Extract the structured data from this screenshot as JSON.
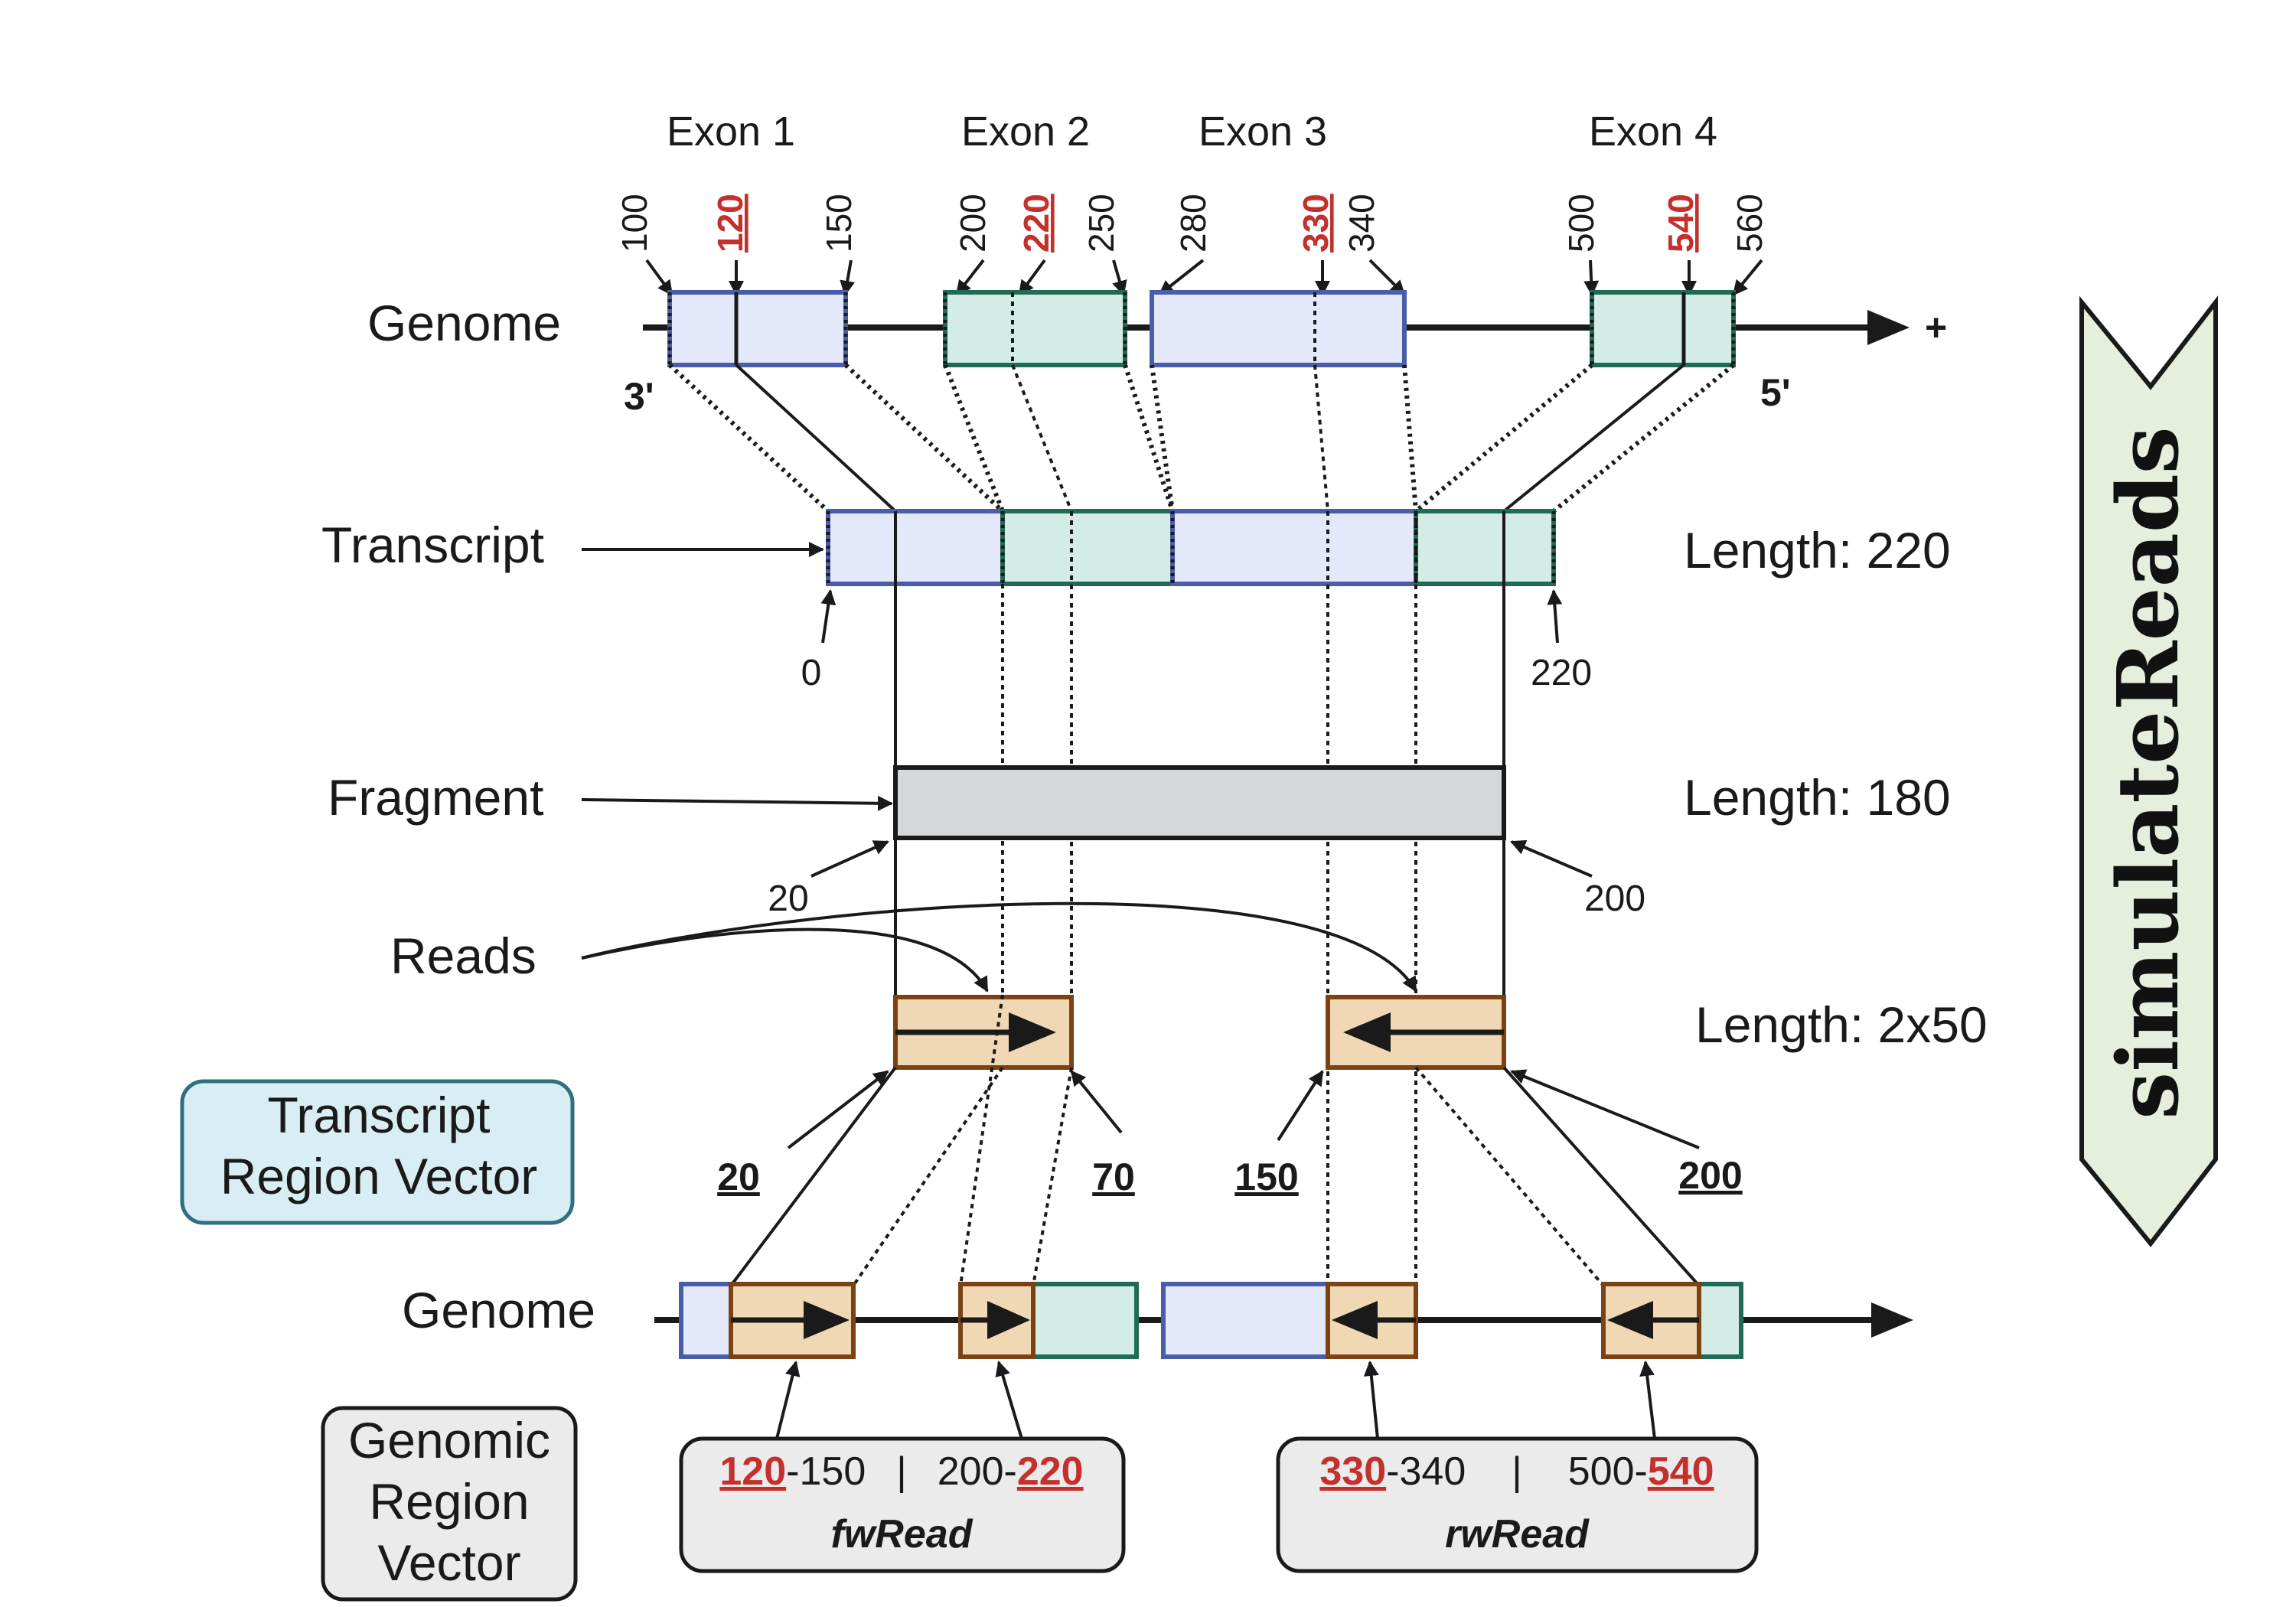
{
  "exons": {
    "e1": "Exon 1",
    "e2": "Exon 2",
    "e3": "Exon 3",
    "e4": "Exon 4"
  },
  "ticks": {
    "t100": "100",
    "t120": "120",
    "t150": "150",
    "t200": "200",
    "t220": "220",
    "t250": "250",
    "t280": "280",
    "t330": "330",
    "t340": "340",
    "t500": "500",
    "t540": "540",
    "t560": "560"
  },
  "labels": {
    "genome": "Genome",
    "transcript": "Transcript",
    "fragment": "Fragment",
    "reads": "Reads",
    "genome_bottom": "Genome",
    "plus": "+",
    "three_prime": "3'",
    "five_prime": "5'"
  },
  "lengths": {
    "transcript": "Length: 220",
    "fragment": "Length: 180",
    "reads": "Length: 2x50"
  },
  "positions": {
    "tx_start": "0",
    "tx_end": "220",
    "frag_start": "20",
    "frag_end": "200",
    "read_fw_start": "20",
    "read_fw_end": "70",
    "read_rw_start": "150",
    "read_rw_end": "200"
  },
  "transcript_region_vector": {
    "line1": "Transcript",
    "line2": "Region Vector"
  },
  "genomic_region_vector": {
    "line1": "Genomic",
    "line2": "Region",
    "line3": "Vector"
  },
  "fw_vector": {
    "a_red": "120",
    "a_rest": "-150",
    "sep": "|",
    "b_rest": "200-",
    "b_red": "220",
    "name": "fwRead"
  },
  "rw_vector": {
    "a_red": "330",
    "a_rest": "-340",
    "sep": "|",
    "b_rest": "500-",
    "b_red": "540",
    "name": "rwRead"
  },
  "banner": "simulateReads",
  "colors": {
    "exon_blue_fill": "#e3e8fa",
    "exon_green_fill": "#d3ede6",
    "read_fill": "#f1d8b4",
    "fragment_fill": "#d6d7d9",
    "highlight_red": "#c4302b",
    "banner_fill": "#e6eedd"
  }
}
